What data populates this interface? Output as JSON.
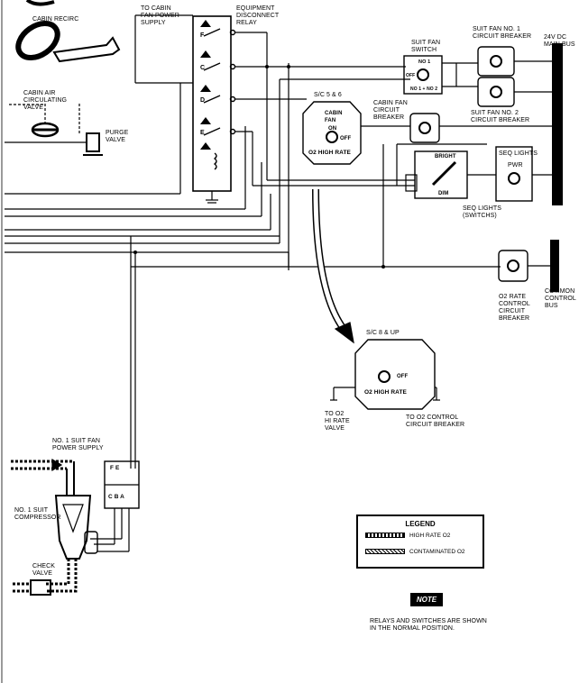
{
  "labels": {
    "cabin_recirc": "CABIN RECIRC",
    "to_cabin_fan": "TO CABIN\nFAN POWER\nSUPPLY",
    "equip_relay": "EQUIPMENT\nDISCONNECT\nRELAY",
    "cabin_air_valve": "CABIN AIR\nCIRCULATING\nVALVE",
    "purge_valve": "PURGE\nVALVE",
    "suit_fan_switch": "SUIT FAN\nSWITCH",
    "no1": "NO 1",
    "off": "OFF",
    "no1_no2": "NO 1 + NO 2",
    "suit_fan_cb1": "SUIT FAN NO. 1\nCIRCUIT BREAKER",
    "suit_fan_cb2": "SUIT FAN NO. 2\nCIRCUIT BREAKER",
    "main_bus": "24V DC\nMAIN BUS",
    "sc56": "S/C 5 & 6",
    "cabin_fan": "CABIN\nFAN",
    "on": "ON",
    "o2_high_rate": "O2 HIGH RATE",
    "cabin_fan_cb": "CABIN FAN\nCIRCUIT\nBREAKER",
    "bright": "BRIGHT",
    "dim": "DIM",
    "seq_lights": "SEQ LIGHTS",
    "pwr": "PWR",
    "seq_switchs": "SEQ LIGHTS\n(SWITCHS)",
    "o2_rate_cb": "O2 RATE\nCONTROL\nCIRCUIT\nBREAKER",
    "common_bus": "COMMON\nCONTROL\nBUS",
    "sc8": "S/C 8 & UP",
    "to_o2_valve": "TO O2\nHI RATE\nVALVE",
    "to_o2_cb": "TO O2 CONTROL\nCIRCUIT BREAKER",
    "suit_fan_supply": "NO. 1 SUIT FAN\nPOWER SUPPLY",
    "suit_compressor": "NO. 1 SUIT\nCOMPRESSOR",
    "check_valve": "CHECK\nVALVE"
  },
  "relay_letters": [
    "F",
    "C",
    "D",
    "E"
  ],
  "connector": {
    "top": "F  E",
    "bottom": "C  B  A"
  },
  "legend": {
    "title": "LEGEND",
    "items": [
      "HIGH RATE O2",
      "CONTAMINATED O2"
    ]
  },
  "note": {
    "badge": "NOTE",
    "text": "RELAYS AND SWITCHES ARE SHOWN\nIN THE NORMAL POSITION."
  }
}
